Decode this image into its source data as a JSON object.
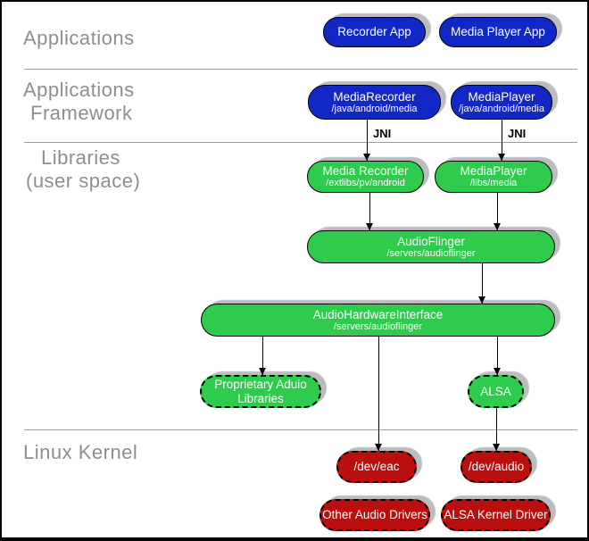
{
  "colors": {
    "app_blue": "#1228c6",
    "lib_green": "#2ecb4d",
    "kernel_red": "#bb0e0e"
  },
  "sections": {
    "applications": {
      "label": "Applications"
    },
    "applications_framework": {
      "line1": "Applications",
      "line2": "Framework"
    },
    "libraries": {
      "line1": "Libraries",
      "line2": "(user space)"
    },
    "linux_kernel": {
      "label": "Linux Kernel"
    }
  },
  "nodes": {
    "recorder_app": {
      "title": "Recorder App"
    },
    "media_player_app": {
      "title": "Media Player App"
    },
    "media_recorder_framework": {
      "title": "MediaRecorder",
      "subtitle": "/java/android/media"
    },
    "media_player_framework": {
      "title": "MediaPlayer",
      "subtitle": "/java/android/media"
    },
    "media_recorder_lib": {
      "title": "Media Recorder",
      "subtitle": "/extlibs/pv/android"
    },
    "media_player_lib": {
      "title": "MediaPlayer",
      "subtitle": "/libs/media"
    },
    "audio_flinger": {
      "title": "AudioFlinger",
      "subtitle": "/servers/audioflinger"
    },
    "audio_hardware_interface": {
      "title": "AudioHardwareInterface",
      "subtitle": "/servers/audioflinger"
    },
    "proprietary_audio_libraries": {
      "title": "Proprietary Aduio Libraries"
    },
    "alsa": {
      "title": "ALSA"
    },
    "dev_eac": {
      "title": "/dev/eac"
    },
    "dev_audio": {
      "title": "/dev/audio"
    },
    "other_audio_drivers": {
      "title": "Other Audio Drivers"
    },
    "alsa_kernel_driver": {
      "title": "ALSA Kernel Driver"
    }
  },
  "connector_labels": {
    "jni_left": "JNI",
    "jni_right": "JNI"
  }
}
